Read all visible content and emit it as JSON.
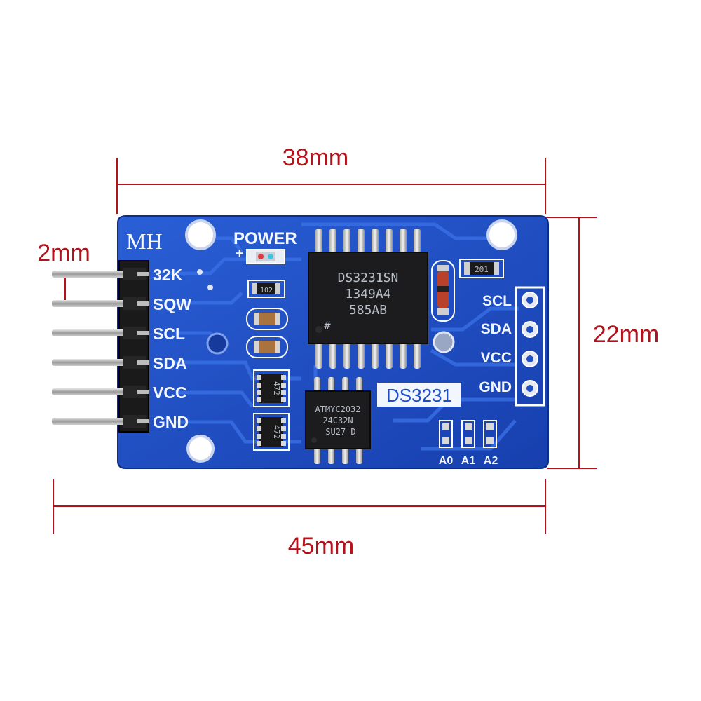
{
  "dimensions": {
    "top_width": "38mm",
    "bottom_width": "45mm",
    "height": "22mm",
    "pin_pitch": "2mm"
  },
  "board": {
    "brand": "MH",
    "power_label": "POWER",
    "power_plus": "+",
    "module_name": "DS3231",
    "left_pins": [
      "32K",
      "SQW",
      "SCL",
      "SDA",
      "VCC",
      "GND"
    ],
    "right_pins": [
      "SCL",
      "SDA",
      "VCC",
      "GND"
    ],
    "address_pads": [
      "A0",
      "A1",
      "A2"
    ],
    "rtc_chip_lines": [
      "DS3231SN",
      "1349A4",
      "585AB"
    ],
    "rtc_chip_mark": "#",
    "eeprom_chip_lines": [
      "ATMYC2032",
      "24C32N",
      "SU27 D"
    ],
    "resistor_codes": [
      "102",
      "201"
    ],
    "network_codes": [
      "472",
      "472"
    ]
  },
  "colors": {
    "pcb": "#1f4fc4",
    "dimension": "#b3121b",
    "silkscreen": "#f2f6ff"
  }
}
